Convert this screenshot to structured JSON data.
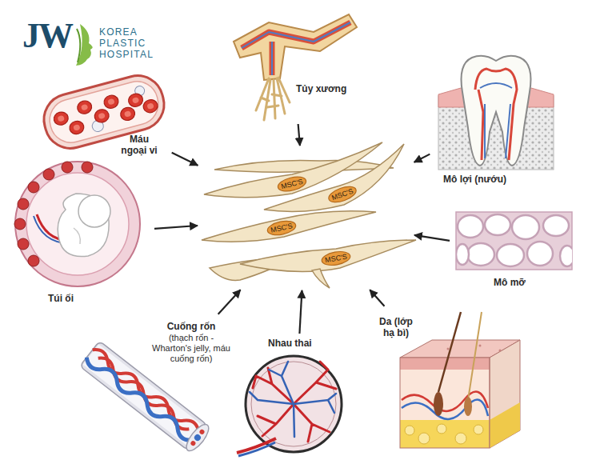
{
  "diagram": {
    "nodes": [
      {
        "text": [
          "Tủy xương"
        ]
      },
      {
        "text": [
          "Máu ngoại vi"
        ]
      },
      {
        "text": [
          "Mô lợi (nướu)"
        ]
      },
      {
        "text": [
          "MSC'S",
          "MSC'S",
          "MSC'S",
          "MSC'S"
        ]
      },
      {
        "text": [
          "Túi ối"
        ]
      },
      {
        "text": [
          "Mô mỡ"
        ]
      },
      {
        "text": [
          "Cuống rốn",
          "(thạch rốn - Wharton's jelly, máu cuống rốn)"
        ]
      },
      {
        "text": [
          "Nhau thai"
        ]
      },
      {
        "text": [
          "Da (lớp hạ bì)"
        ]
      }
    ],
    "edges": [
      {
        "from": 0,
        "to": 3,
        "arrow": "to"
      },
      {
        "from": 1,
        "to": 3,
        "arrow": "to"
      },
      {
        "from": 2,
        "to": 3,
        "arrow": "to"
      },
      {
        "from": 4,
        "to": 3,
        "arrow": "to"
      },
      {
        "from": 5,
        "to": 3,
        "arrow": "to"
      },
      {
        "from": 6,
        "to": 3,
        "arrow": "to"
      },
      {
        "from": 7,
        "to": 3,
        "arrow": "to"
      },
      {
        "from": 8,
        "to": 3,
        "arrow": "to"
      }
    ],
    "labels": [
      "JW",
      "KOREA PLASTIC HOSPITAL"
    ]
  }
}
